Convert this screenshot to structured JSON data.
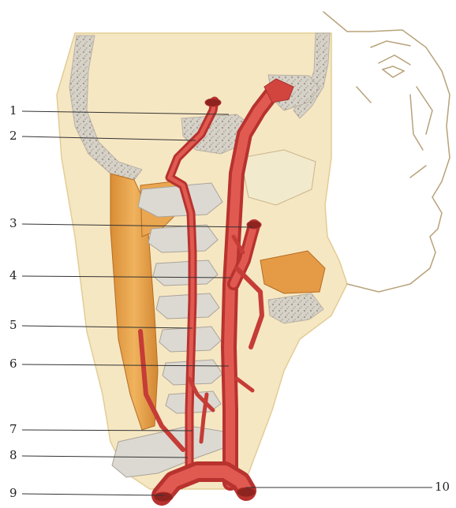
{
  "labels": {
    "l1": "1",
    "l2": "2",
    "l3": "3",
    "l4": "4",
    "l5": "5",
    "l6": "6",
    "l7": "7",
    "l8": "8",
    "l9": "9",
    "l10": "10"
  },
  "colors": {
    "background": "#ffffff",
    "skin": "#f6e7c3",
    "bone": "#d9d6cf",
    "bone_speckle": "#a9a49b",
    "artery": "#d2453f",
    "artery_dark": "#a8312d",
    "muscle": "#e5a24a",
    "outline": "#c9b48a",
    "leader": "#333333"
  }
}
